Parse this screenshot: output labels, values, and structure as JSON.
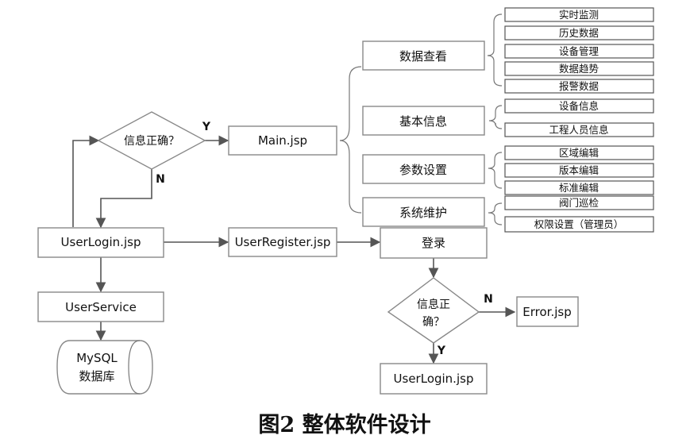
{
  "flowchart": {
    "nodes": {
      "decision_top": "信息正确？",
      "main": "Main.jsp",
      "user_login": "UserLogin.jsp",
      "user_register": "UserRegister.jsp",
      "login": "登录",
      "user_service": "UserService",
      "db_line1": "MySQL",
      "db_line2": "数据库",
      "decision_bottom_line1": "信息正",
      "decision_bottom_line2": "确？",
      "error": "Error.jsp",
      "user_login_bottom": "UserLogin.jsp"
    },
    "edge_labels": {
      "top_yes": "Y",
      "top_no": "N",
      "bottom_no": "N",
      "bottom_yes": "Y"
    },
    "categories": [
      {
        "label": "数据查看",
        "items": [
          "实时监测",
          "历史数据",
          "设备管理",
          "数据趋势",
          "报警数据"
        ]
      },
      {
        "label": "基本信息",
        "items": [
          "设备信息",
          "工程人员信息"
        ]
      },
      {
        "label": "参数设置",
        "items": [
          "区域编辑",
          "版本编辑",
          "标准编辑"
        ]
      },
      {
        "label": "系统维护",
        "items": [
          "阀门巡检",
          "权限设置（管理员）"
        ]
      }
    ]
  },
  "caption": "图2 整体软件设计"
}
